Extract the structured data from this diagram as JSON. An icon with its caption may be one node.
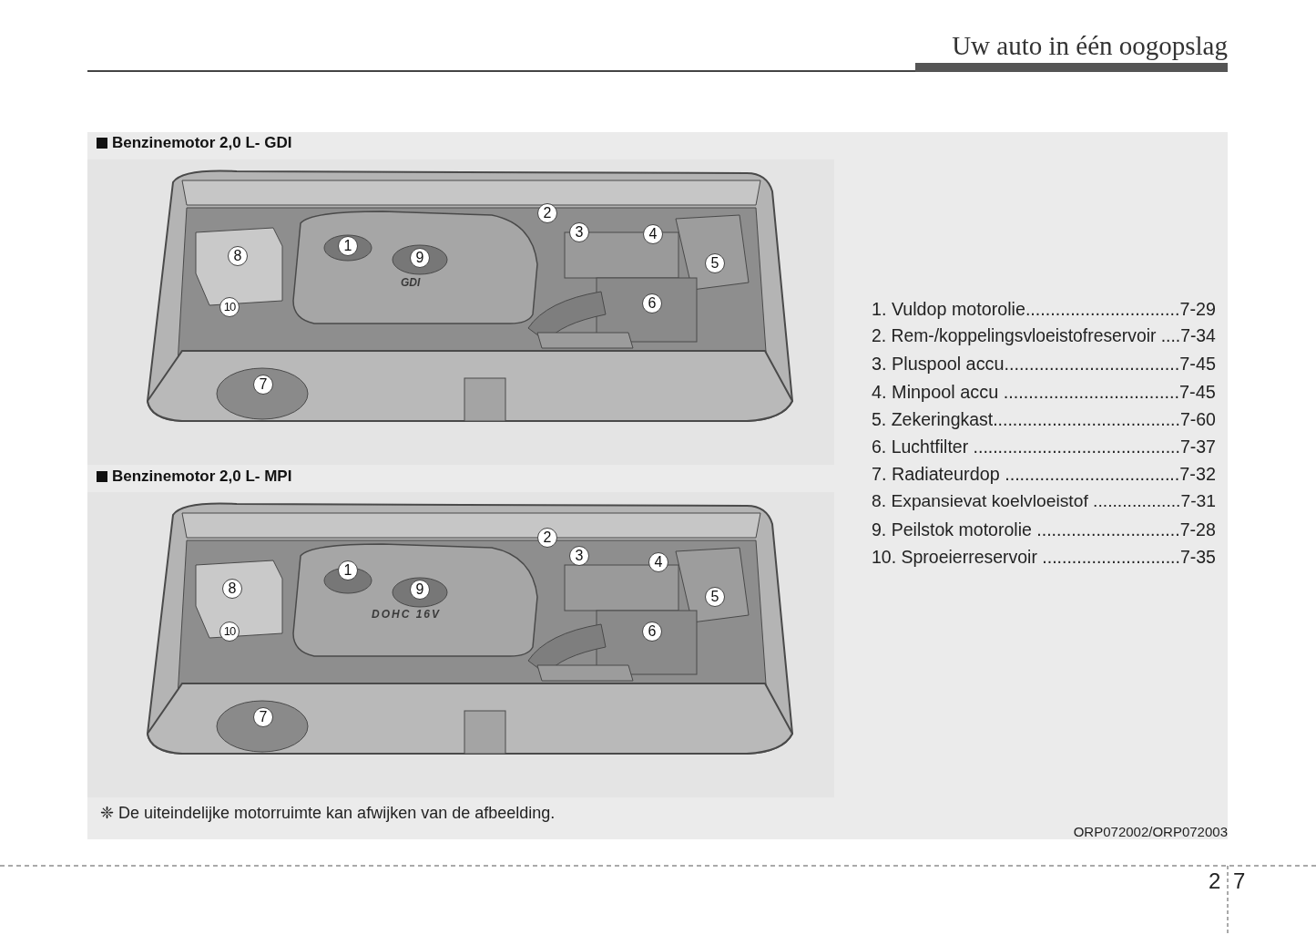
{
  "diagram": {
    "title": "Uw auto in één oogopslag",
    "labels": [
      "Benzinemotor 2,0 L- GDI",
      "1",
      "2",
      "3",
      "4",
      "5",
      "6",
      "7",
      "8",
      "9",
      "10",
      "GDI",
      "1. Vuldop motorolie...............................7-29",
      "2. Rem-/koppelingsvloeistofreservoir ....7-34",
      "3. Pluspool accu...................................7-45",
      "4. Minpool accu ...................................7-45",
      "5. Zekeringkast......................................7-60",
      "6. Luchtfilter ..........................................7-37",
      "7. Radiateurdop ...................................7-32",
      "8. Expansievat koelvloeistof ..................7-31",
      "9. Peilstok motorolie .............................7-28",
      "10. Sproeierreservoir ............................7-35",
      "Benzinemotor 2,0 L- MPI",
      "1",
      "2",
      "3",
      "4",
      "5",
      "6",
      "7",
      "8",
      "9",
      "10",
      "DOHC 16V",
      "❈ De uiteindelijke motorruimte kan afwijken van de afbeelding.",
      "ORP072002/ORP072003",
      "2",
      "7"
    ]
  }
}
